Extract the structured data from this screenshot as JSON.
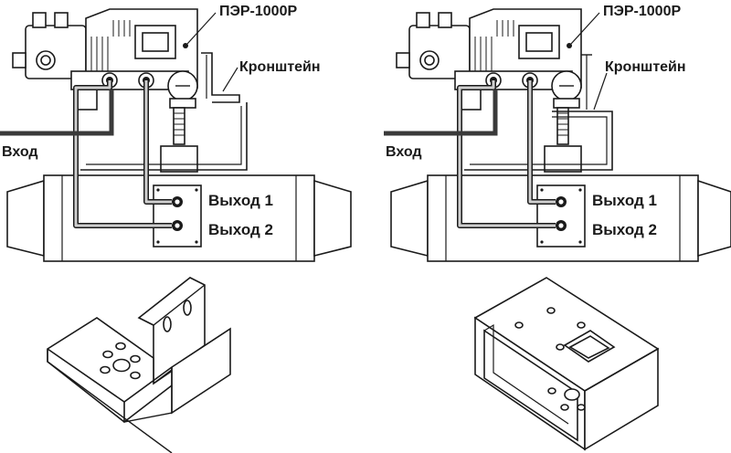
{
  "diagram": {
    "left_panel": {
      "device_label": "ПЭР-1000Р",
      "bracket_label": "Кронштейн",
      "input_label": "Вход",
      "output1_label": "Выход 1",
      "output2_label": "Выход 2"
    },
    "right_panel": {
      "device_label": "ПЭР-1000Р",
      "bracket_label": "Кронштейн",
      "input_label": "Вход",
      "output1_label": "Выход 1",
      "output2_label": "Выход 2"
    },
    "bracket_left_icon": "l-bracket-icon",
    "bracket_right_icon": "box-bracket-icon"
  }
}
